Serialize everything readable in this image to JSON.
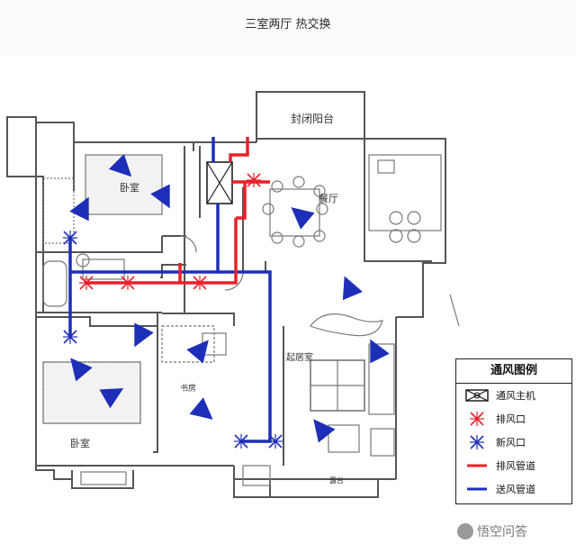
{
  "title": "三室两厅 热交换",
  "rooms": {
    "balcony": "封闭阳台",
    "dining": "餐厅",
    "bedroom_top": "卧室",
    "living": "起居室",
    "study": "书房",
    "bedroom_bottom": "卧室",
    "terrace": "露台"
  },
  "legend": {
    "title": "通风图例",
    "items": [
      {
        "label": "通风主机",
        "icon": "ventilation-unit-icon"
      },
      {
        "label": "排风口",
        "icon": "exhaust-vent-icon",
        "color": "#e8212a"
      },
      {
        "label": "新风口",
        "icon": "fresh-air-vent-icon",
        "color": "#1d2fb8"
      },
      {
        "label": "排风管道",
        "icon": "exhaust-duct-line",
        "color": "#e8212a"
      },
      {
        "label": "送风管道",
        "icon": "supply-duct-line",
        "color": "#1d2fb8"
      }
    ]
  },
  "watermark": "悟空问答",
  "colors": {
    "exhaust": "#e8212a",
    "supply": "#1d2fb8",
    "wall": "#555555"
  }
}
